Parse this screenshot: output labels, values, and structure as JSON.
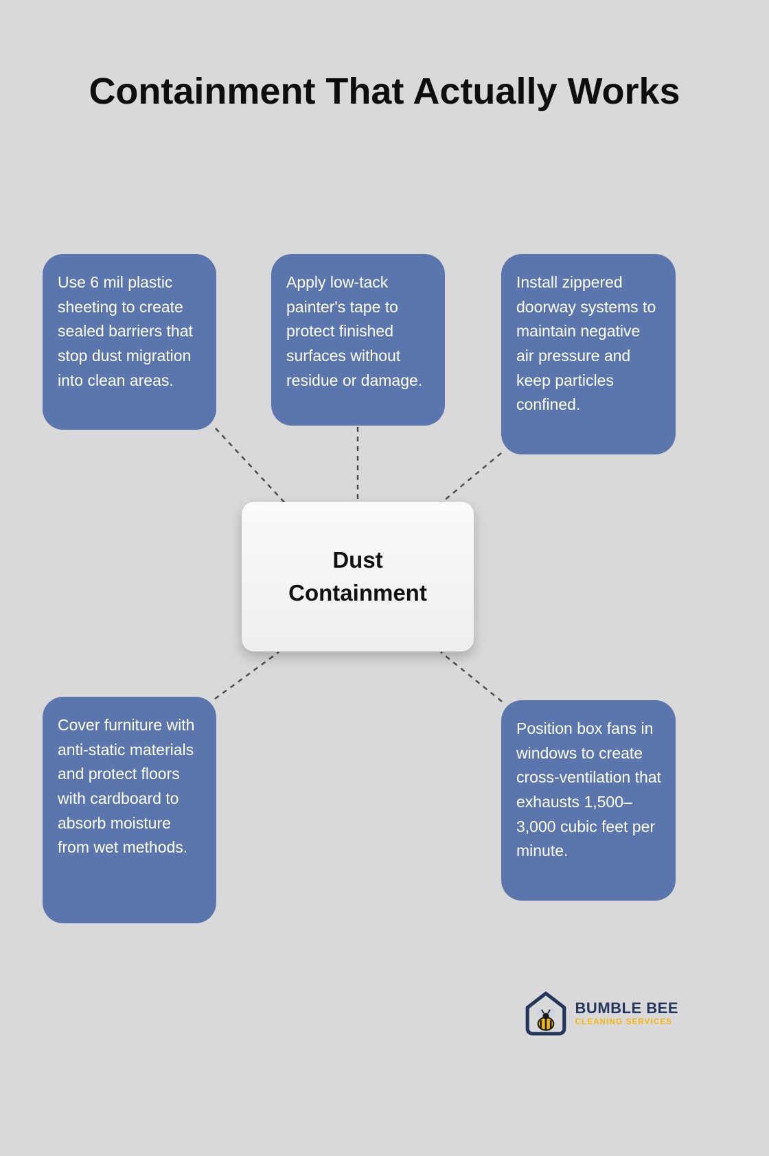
{
  "title": "Containment That Actually Works",
  "center": {
    "label": "Dust Containment"
  },
  "boxes": [
    {
      "id": "top-left",
      "text": "Use 6 mil plastic sheeting to create sealed barriers that stop dust migration into clean areas."
    },
    {
      "id": "top-middle",
      "text": "Apply low-tack painter's tape to protect finished surfaces without residue or damage."
    },
    {
      "id": "top-right",
      "text": "Install zippered doorway systems to maintain negative air pressure and keep particles confined."
    },
    {
      "id": "bottom-left",
      "text": "Cover furniture with anti-static materials and protect floors with cardboard to absorb moisture from wet methods."
    },
    {
      "id": "bottom-right",
      "text": "Position box fans in windows to create cross-ventilation that exhausts 1,500–3,000 cubic feet per minute."
    }
  ],
  "logo": {
    "name": "BUMBLE BEE",
    "tagline": "CLEANING SERVICES"
  },
  "colors": {
    "background": "#d9d9d9",
    "box_fill": "#5b76ac",
    "box_text": "#ffffff",
    "center_fill": "#f4f4f4",
    "center_text": "#111111",
    "connector": "#4d4d4d",
    "logo_navy": "#24365c",
    "logo_yellow": "#f2b50d"
  }
}
